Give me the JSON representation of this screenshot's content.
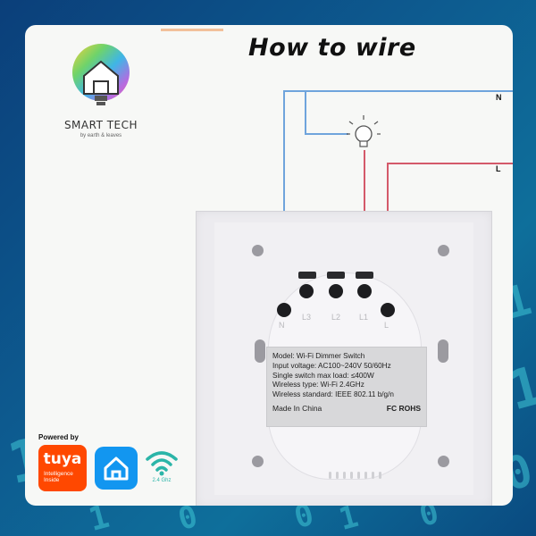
{
  "brand": {
    "name": "SMART TECH",
    "tagline": "by earth & leaves"
  },
  "title": "How to wire",
  "wires": {
    "neutral_label": "N",
    "live_label": "L"
  },
  "terminals": [
    "N",
    "L3",
    "L2",
    "L1",
    "L"
  ],
  "spec_label": {
    "lines": [
      "Model:  Wi-Fi Dimmer Switch",
      "Input voltage:  AC100~240V  50/60Hz",
      "Single switch max load:  ≤400W",
      "Wireless type:  Wi-Fi 2.4GHz",
      "Wireless standard:  IEEE 802.11 b/g/n"
    ],
    "origin": "Made In China",
    "certs": "FC ROHS"
  },
  "badges": {
    "powered_by": "Powered by",
    "tuya_word": "tuya",
    "tuya_sub_1": "Intelligence",
    "tuya_sub_2": "Inside",
    "wifi_band": "2.4 Ghz"
  },
  "colors": {
    "neutral_wire": "#6fa4dc",
    "live_wire": "#d45a6a",
    "tuya": "#ff4800",
    "home_app": "#1296f0",
    "wifi": "#2bb5a8"
  },
  "background_digits": [
    "1",
    "0",
    "1",
    "1",
    "0",
    "0",
    "1",
    "0",
    "1",
    "0"
  ]
}
